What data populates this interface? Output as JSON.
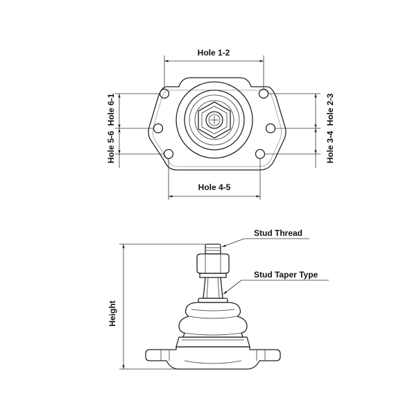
{
  "labels": {
    "hole_1_2": "Hole 1-2",
    "hole_4_5": "Hole 4-5",
    "hole_5_6": "Hole 5-6",
    "hole_6_1": "Hole 6-1",
    "hole_2_3": "Hole 2-3",
    "hole_3_4": "Hole 3-4",
    "stud_thread": "Stud Thread",
    "stud_taper_type": "Stud Taper Type",
    "height": "Height"
  },
  "colors": {
    "line": "#222222",
    "background": "#ffffff"
  }
}
